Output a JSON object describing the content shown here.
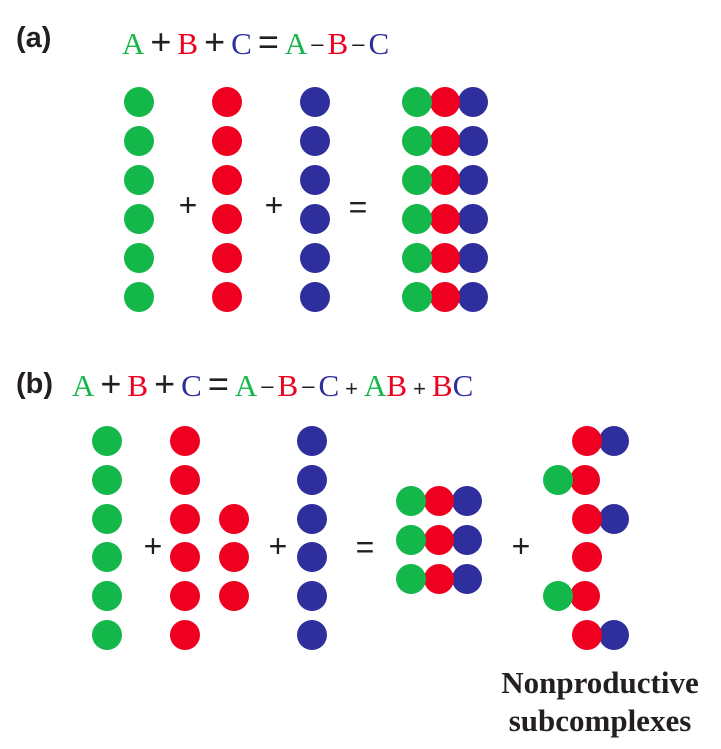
{
  "colors": {
    "A": "#14b84a",
    "B": "#f00020",
    "C": "#2e2e9c",
    "text": "#231f20"
  },
  "panel_a": {
    "label": "(a)",
    "equation": {
      "A": "A",
      "plus1": "+",
      "B": "B",
      "plus2": "+",
      "C": "C",
      "equals": "=",
      "rA": "A",
      "dash1": "–",
      "rB": "B",
      "dash2": "–",
      "rC": "C"
    },
    "diagram_operators": [
      "+",
      "+",
      "="
    ]
  },
  "panel_b": {
    "label": "(b)",
    "equation": {
      "A": "A",
      "plus1": "+",
      "B": "B",
      "plus2": "+",
      "C": "C",
      "equals": "=",
      "rA": "A",
      "dash1": "–",
      "rB": "B",
      "dash2": "–",
      "rC": "C",
      "plus3": "+",
      "abA": "A",
      "abB": "B",
      "plus4": "+",
      "bcB": "B",
      "bcC": "C"
    },
    "diagram_operators": [
      "+",
      "+",
      "=",
      "+"
    ],
    "caption_line1": "Nonproductive",
    "caption_line2": "subcomplexes"
  },
  "counts": {
    "panel_a": {
      "A": 6,
      "B": 6,
      "C": 6,
      "ABC": 6
    },
    "panel_b": {
      "A": 6,
      "B": 9,
      "C": 6,
      "ABC": 3,
      "AB": 2,
      "BC": 3
    }
  }
}
